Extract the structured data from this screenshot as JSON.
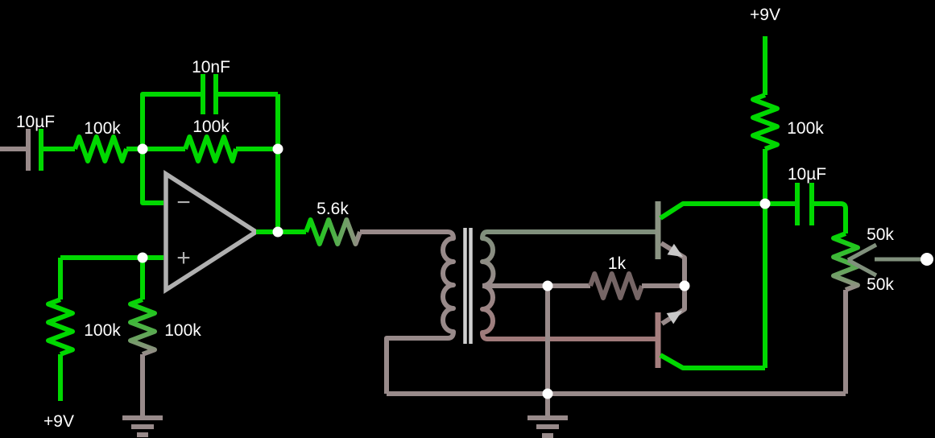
{
  "app": {
    "name": "circuit-simulator-schematic",
    "background": "#000000"
  },
  "palette": {
    "background": "#000000",
    "green": "#00d800",
    "gray": "#988a8a",
    "sage": "#80907c",
    "rose": "#a07a7a",
    "dark": "#756565",
    "barsage": "#8b9483",
    "barrose": "#a57e7e",
    "core": "#cfcfcf",
    "opamp": "#b0b0b0",
    "arrow": "#c8c8c8",
    "node": "#ffffff",
    "label": "#ffffff"
  },
  "labels": {
    "cap_in": "10µF",
    "r_in": "100k",
    "c_fb": "10nF",
    "r_fb": "100k",
    "opamp_minus": "−",
    "opamp_plus": "+",
    "r_series": "5.6k",
    "r_bias_left": "100k",
    "r_bias_right": "100k",
    "v_bias": "+9V",
    "r_base": "1k",
    "v_top": "+9V",
    "r_collector": "100k",
    "c_out": "10µF",
    "pot_upper": "50k",
    "pot_lower": "50k"
  },
  "components": [
    {
      "id": "cap_in",
      "type": "capacitor",
      "value": "10µF"
    },
    {
      "id": "r_in",
      "type": "resistor",
      "value": "100k"
    },
    {
      "id": "c_fb",
      "type": "capacitor",
      "value": "10nF"
    },
    {
      "id": "r_fb",
      "type": "resistor",
      "value": "100k"
    },
    {
      "id": "opamp",
      "type": "op-amp"
    },
    {
      "id": "r_bias_left",
      "type": "resistor",
      "value": "100k"
    },
    {
      "id": "r_bias_right",
      "type": "resistor",
      "value": "100k"
    },
    {
      "id": "v_bias",
      "type": "voltage-rail",
      "value": "+9V"
    },
    {
      "id": "r_series",
      "type": "resistor",
      "value": "5.6k"
    },
    {
      "id": "transformer",
      "type": "transformer-center-tapped"
    },
    {
      "id": "r_base",
      "type": "resistor",
      "value": "1k"
    },
    {
      "id": "q_top",
      "type": "transistor"
    },
    {
      "id": "q_bottom",
      "type": "transistor"
    },
    {
      "id": "v_top",
      "type": "voltage-rail",
      "value": "+9V"
    },
    {
      "id": "r_collector",
      "type": "resistor",
      "value": "100k"
    },
    {
      "id": "c_out",
      "type": "capacitor",
      "value": "10µF"
    },
    {
      "id": "pot",
      "type": "potentiometer",
      "upper": "50k",
      "lower": "50k"
    },
    {
      "id": "gnd_left",
      "type": "ground"
    },
    {
      "id": "gnd_mid",
      "type": "ground"
    }
  ]
}
